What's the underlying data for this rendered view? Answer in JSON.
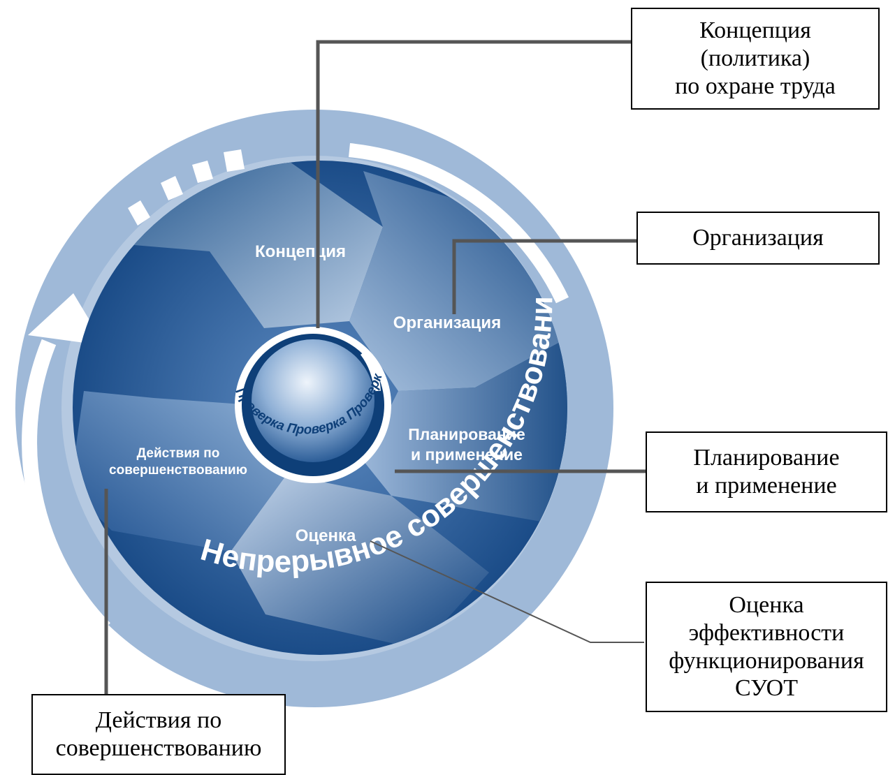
{
  "callouts": {
    "concept": [
      "Концепция",
      "(политика)",
      "по охране труда"
    ],
    "organization": [
      "Организация"
    ],
    "planning": [
      "Планирование",
      "и применение"
    ],
    "evaluation": [
      "Оценка",
      "эффективности",
      "функционирования",
      "СУОТ"
    ],
    "improvement": [
      "Действия по",
      "совершенствованию"
    ]
  },
  "wheel": {
    "segments": {
      "concept": [
        "Концепция"
      ],
      "organization": [
        "Организация"
      ],
      "planning": [
        "Планирование",
        "и применение"
      ],
      "evaluation": [
        "Оценка"
      ],
      "improvement": [
        "Действия по",
        "совершенствованию"
      ]
    },
    "outer_ring_text": "Непрерывное совершенствование",
    "hub_text": "Проверка  Проверка  Проверка"
  },
  "colors": {
    "ring": "#9fb9d8",
    "wheel_dark": "#0d3f7c",
    "wheel_light": "#b9cde4",
    "hub": "#6c93c3"
  }
}
